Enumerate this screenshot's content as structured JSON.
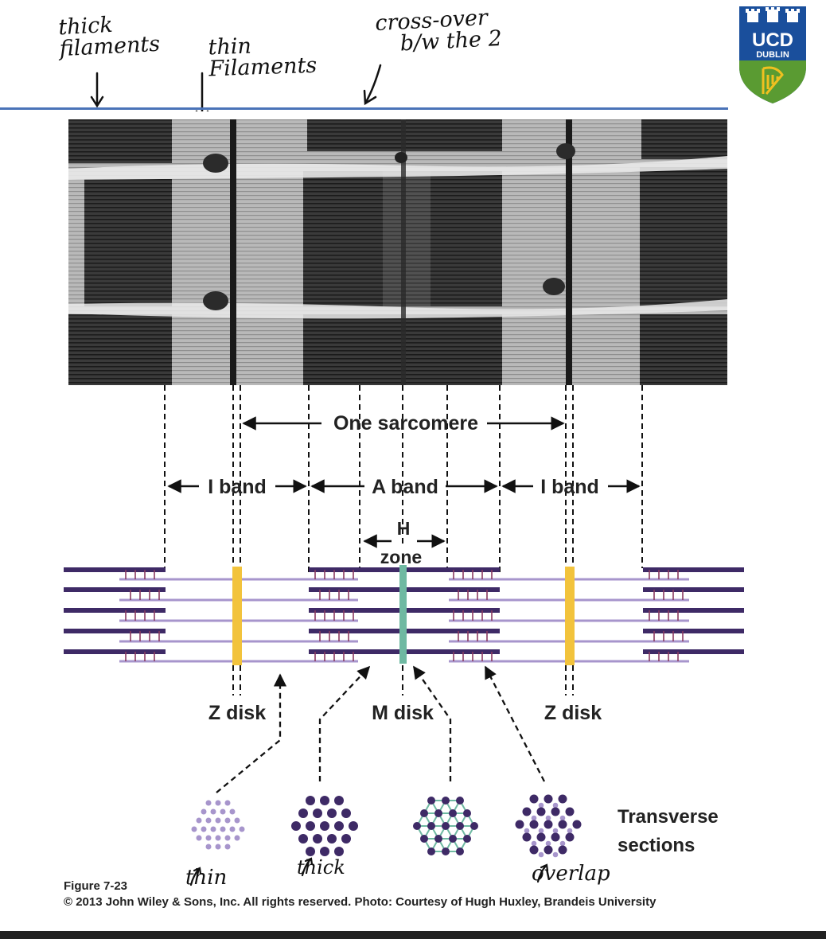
{
  "handwritten_notes": {
    "thick_filaments": [
      "thick",
      "filaments"
    ],
    "thin_filaments": [
      "thin",
      "Filaments"
    ],
    "cross_over": [
      "cross-over",
      "b/w the 2"
    ],
    "thin": "thin",
    "thick": "thick",
    "overlap": "overlap"
  },
  "logo": {
    "line1": "UCD",
    "line2": "DUBLIN",
    "colors": {
      "blue": "#1a4f9c",
      "green": "#5a9b32",
      "gold": "#f0c020"
    }
  },
  "diagram": {
    "labels": {
      "one_sarcomere": "One sarcomere",
      "i_band_left": "I band",
      "a_band": "A band",
      "i_band_right": "I band",
      "h": "H",
      "zone": "zone",
      "z_disk_left": "Z disk",
      "m_disk": "M disk",
      "z_disk_right": "Z disk",
      "transverse": "Transverse",
      "sections": "sections"
    },
    "colors": {
      "thick_filament": "#3e2a66",
      "thin_filament": "#a795cc",
      "z_disk": "#f2c33c",
      "m_disk": "#6fb9a2",
      "cross_bridge": "#8a3a60"
    }
  },
  "caption": {
    "figure": "Figure 7-23",
    "credit": "© 2013 John Wiley & Sons, Inc. All rights reserved. Photo: Courtesy of Hugh Huxley, Brandeis University"
  }
}
